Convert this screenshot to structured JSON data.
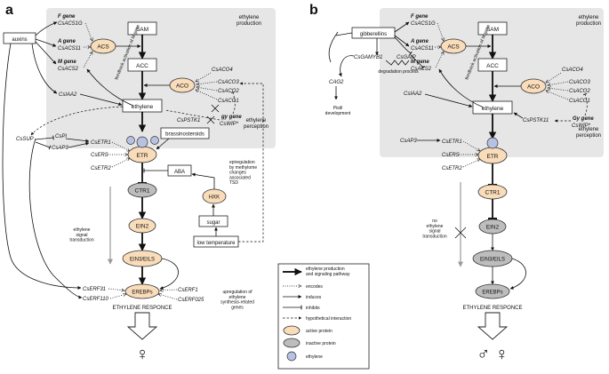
{
  "panel_a": {
    "label": "a",
    "ethylene_production": "ethylene\nproduction",
    "ethylene_perception": "ethylene\nperception",
    "SAM": "SAM",
    "ACC": "ACC",
    "ethylene": "ethylene",
    "ACS": "ACS",
    "ACO": "ACO",
    "ETR": "ETR",
    "CTR1": "CTR1",
    "EIN2": "EIN2",
    "EIN3": "EIN3/EILS",
    "EREBPs": "EREBPs",
    "auxins": "auxins",
    "F_gene": "F gene",
    "CsACS1G": "CsACS1G",
    "A_gene": "A gene",
    "CsACS11": "CsACS11",
    "M_gene": "M gene",
    "CsACS2": "CsACS2",
    "CsIAA2": "CsIAA2",
    "CsACO4": "CsACO4",
    "CsACO3": "CsACO3",
    "CsACO2": "CsACO2",
    "CsACO1": "CsACO1",
    "gy_gene": "gy gene",
    "CsWIP": "CsWIP*",
    "CsPSTK1": "CsPSTK1",
    "feedback": "feedback activation of M gene",
    "CsSUP": "CsSUP",
    "CsPI": "CsPI",
    "CsAP3": "CsAP3",
    "CsETR1": "CsETR1",
    "CsERS": "CsERS",
    "CsETR2": "CsETR2",
    "brassinosteroids": "brassinosteroids",
    "ABA": "ABA",
    "HXK": "HXK",
    "sugar": "sugar",
    "low_temperature": "low temperature",
    "epiregulation": "epiregulation\nby methylome\nchanges\nassociated\nTSD",
    "signal_transduction": "ethylene\nsignal\ntransduction",
    "CsERF31": "CsERF31",
    "CsERF110": "CsERF110",
    "CsERF1": "CsERF1",
    "CsERF025": "CsERF025",
    "upregulation": "upregulation of\nethylene\nsynthesis-related\ngenes",
    "response": "ETHYLENE RESPONCE",
    "sex_symbol": "♀"
  },
  "panel_b": {
    "label": "b",
    "ethylene_production": "ethylene\nproduction",
    "ethylene_perception": "ethylene\nperception",
    "SAM": "SAM",
    "ACC": "ACC",
    "ethylene": "ethylene",
    "ACS": "ACS",
    "ACO": "ACO",
    "ETR": "ETR",
    "CTR1": "CTR1",
    "EIN2": "EIN2",
    "EIN3": "EIN3/EILS",
    "EREBPs": "EREBPs",
    "gibberellins": "gibberellins",
    "CsGAMYB1": "CsGAMYB1",
    "CsGAIP": "CsGAIP",
    "degradation": "degradation process",
    "CAG2": "CAG2",
    "pistil": "Pistil\ndevelopment",
    "F_gene": "F gene",
    "CsACS1G": "CsACS1G",
    "A_gene": "A gene",
    "CsACS11": "CsACS11",
    "M_gene": "M gene",
    "CsACS2": "CsACS2",
    "CsIAA2": "CsIAA2",
    "CsACO4": "CsACO4",
    "CsACO3": "CsACO3",
    "CsACO2": "CsACO2",
    "CsACO1": "CsACO1",
    "gy_gene": "Gy gene",
    "CsWIP": "CsWIP*",
    "CsPSTK11": "CsPSTK11",
    "feedback": "feedback activation of M gene",
    "CsAP3": "CsAP3",
    "CsETR1": "CsETR1",
    "CsERS": "CsERS",
    "CsETR2": "CsETR2",
    "no_signal": "no\nethylene\nsignal\ntransduction",
    "response": "ETHYLENE RESPONCE",
    "sex_symbols": "♂ ♀"
  },
  "legend": {
    "items": [
      "ethylene production\nand signaling pathway",
      "encodes",
      "induces",
      "inhibits",
      "hypothetical interaction",
      "active protein",
      "inactive protein",
      "ethylene"
    ]
  }
}
